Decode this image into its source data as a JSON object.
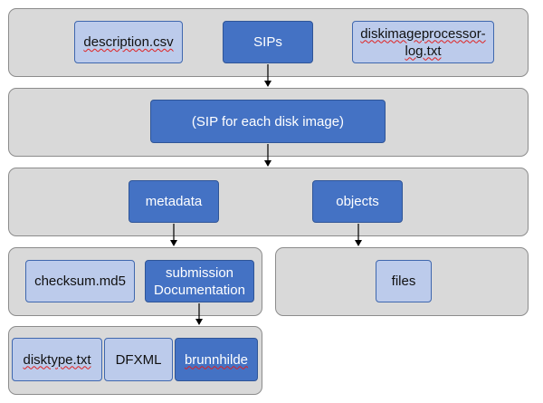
{
  "row1": {
    "description_csv": "description.csv",
    "sips": "SIPs",
    "disk_log_line1": "diskimageprocessor-",
    "disk_log_line2": "log.txt"
  },
  "row2": {
    "sip_each": "(SIP for each disk image)"
  },
  "row3": {
    "metadata": "metadata",
    "objects": "objects"
  },
  "row4": {
    "checksum": "checksum.md5",
    "submission_line1": "submission",
    "submission_line2": "Documentation",
    "files": "files"
  },
  "row5": {
    "disktype": "disktype.txt",
    "dfxml": "DFXML",
    "brunnhilde": "brunnhilde"
  }
}
